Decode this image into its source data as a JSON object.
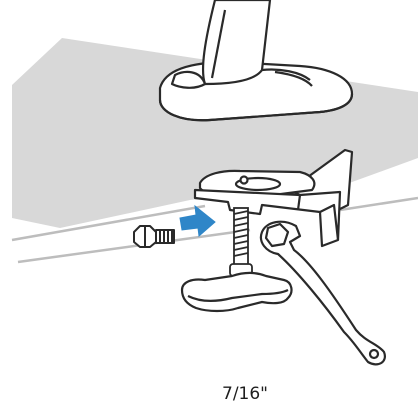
{
  "labels": {
    "wrench_size": "7/16\""
  },
  "colors": {
    "desk_top": "#d6d6d6",
    "outline": "#2a2a2a",
    "arrow": "#2f86c8",
    "metal_fill": "#ffffff",
    "desk_edge": "#bcbcbc"
  },
  "icons": {
    "arrow": "right-arrow",
    "bolt": "hex-bolt",
    "wrench": "open-end-wrench",
    "knob": "tightening-knob"
  }
}
